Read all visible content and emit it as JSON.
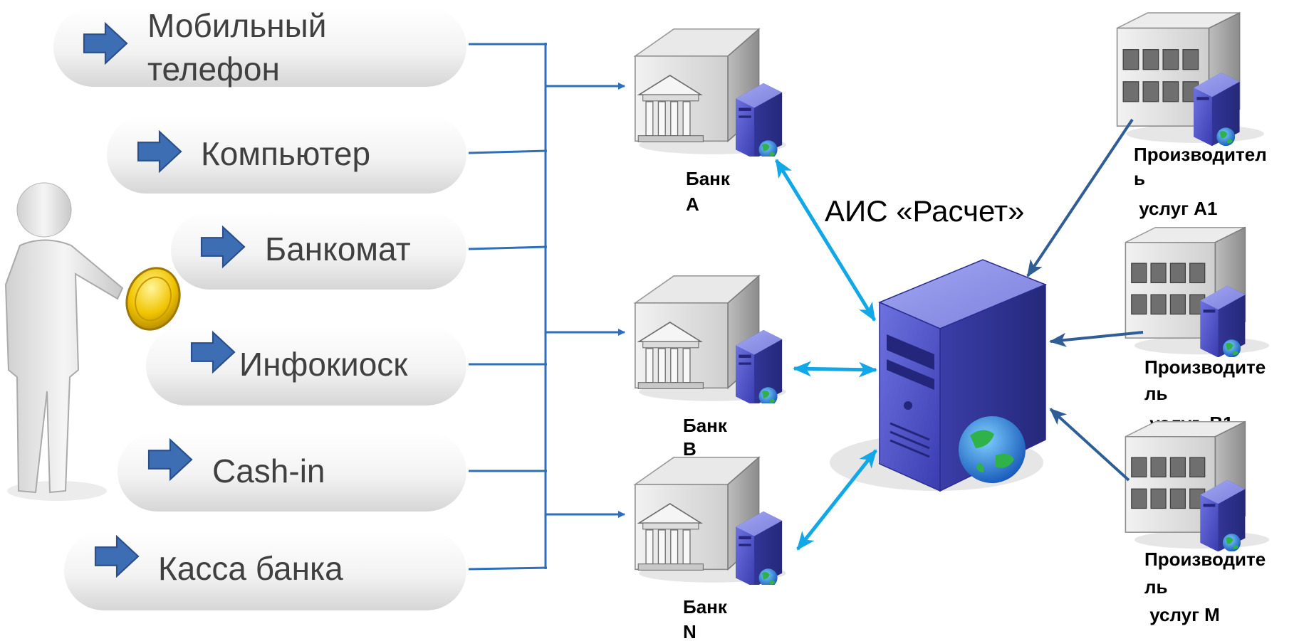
{
  "channels": [
    {
      "line1": "Мобильный",
      "line2": "телефон"
    },
    {
      "line1": "Компьютер"
    },
    {
      "line1": "Банкомат"
    },
    {
      "line1": "Инфокиоск"
    },
    {
      "line1": "Cash-in"
    },
    {
      "line1": "Касса банка"
    }
  ],
  "system_label": "АИС «Расчет»",
  "banks": [
    {
      "line1": "Банк",
      "line2": "А"
    },
    {
      "line1": "Банк",
      "line2": "В"
    },
    {
      "line1": "Банк",
      "line2": "N"
    }
  ],
  "providers": [
    {
      "line1": "Производител",
      "line2": "ь",
      "line3": " услуг А1"
    },
    {
      "line1": "Производите",
      "line2": "ль",
      "line3": " услуг  В1"
    },
    {
      "line1": "Производите",
      "line2": "ль",
      "line3": " услуг М"
    }
  ],
  "colors": {
    "connector": "#2e6fba",
    "two_way_arrow": "#12a7e6",
    "provider_arrow": "#2f5e96",
    "channel_arrow_icon": "#3d6db3",
    "server": "#4b4fc4"
  }
}
